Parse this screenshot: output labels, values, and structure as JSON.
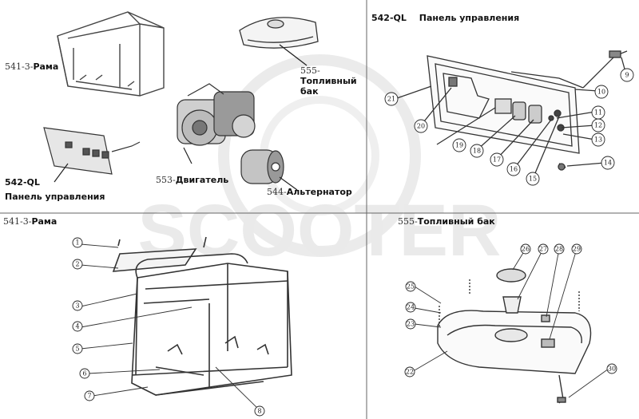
{
  "watermark": {
    "text": "SCOOTER",
    "color": "#d9d9d9"
  },
  "overview": {
    "frame": {
      "code": "541-3-",
      "name": "Рама"
    },
    "tank": {
      "code": "555-",
      "name_line1": "Топливный",
      "name_line2": "бак"
    },
    "panel": {
      "code": "542-QL",
      "name": "Панель управления"
    },
    "engine": {
      "code": "553-",
      "name": "Двигатель"
    },
    "alternator": {
      "code": "544-",
      "name": "Альтернатор"
    }
  },
  "panel_section": {
    "code": "542-QL",
    "title": "Панель управления",
    "callouts": [
      "9",
      "10",
      "11",
      "12",
      "13",
      "14",
      "15",
      "16",
      "17",
      "18",
      "19",
      "20",
      "21"
    ]
  },
  "frame_section": {
    "code": "541-3-",
    "title": "Рама",
    "callouts": [
      "1",
      "2",
      "3",
      "4",
      "5",
      "6",
      "7",
      "8"
    ]
  },
  "tank_section": {
    "code": "555-",
    "title": "Топливный бак",
    "callouts": [
      "22",
      "23",
      "24",
      "25",
      "26",
      "27",
      "28",
      "29",
      "30"
    ]
  }
}
